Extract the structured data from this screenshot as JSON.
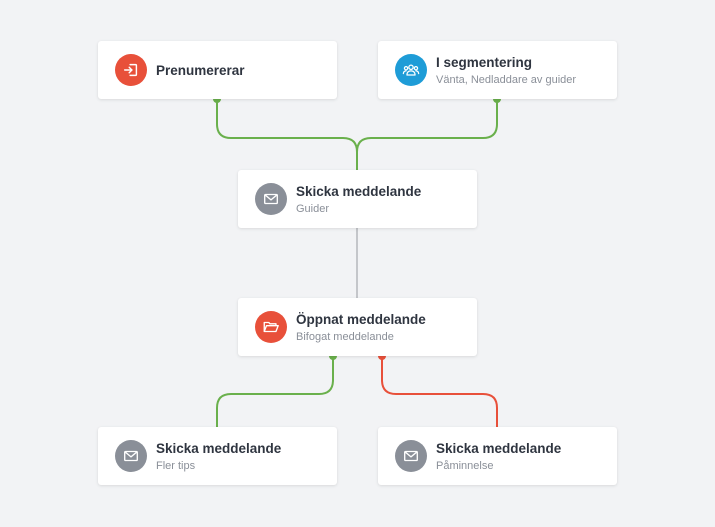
{
  "colors": {
    "yes_line": "#6ab04c",
    "no_line": "#e8503a",
    "plain_line": "#c4c6ca",
    "red_icon": "#e8503a",
    "blue_icon": "#1e9cd7",
    "gray_icon": "#8a8f98"
  },
  "nodes": [
    {
      "id": "n1",
      "icon": "enter-icon",
      "title": "Prenumererar",
      "subtitle": ""
    },
    {
      "id": "n2",
      "icon": "group-icon",
      "title": "I segmentering",
      "subtitle": "Vänta, Nedladdare av guider"
    },
    {
      "id": "n3",
      "icon": "mail-icon",
      "title": "Skicka meddelande",
      "subtitle": "Guider"
    },
    {
      "id": "n4",
      "icon": "folder-open-icon",
      "title": "Öppnat meddelande",
      "subtitle": "Bifogat meddelande"
    },
    {
      "id": "n5",
      "icon": "mail-icon",
      "title": "Skicka meddelande",
      "subtitle": "Fler tips"
    },
    {
      "id": "n6",
      "icon": "mail-icon",
      "title": "Skicka meddelande",
      "subtitle": "Påminnelse"
    }
  ],
  "edges": [
    {
      "from": "Prenumererar",
      "to": "Skicka meddelande (Guider)",
      "type": "yes"
    },
    {
      "from": "I segmentering",
      "to": "Skicka meddelande (Guider)",
      "type": "yes"
    },
    {
      "from": "Skicka meddelande (Guider)",
      "to": "Öppnat meddelande",
      "type": "plain"
    },
    {
      "from": "Öppnat meddelande",
      "to": "Skicka meddelande (Fler tips)",
      "type": "yes"
    },
    {
      "from": "Öppnat meddelande",
      "to": "Skicka meddelande (Påminnelse)",
      "type": "no"
    }
  ]
}
